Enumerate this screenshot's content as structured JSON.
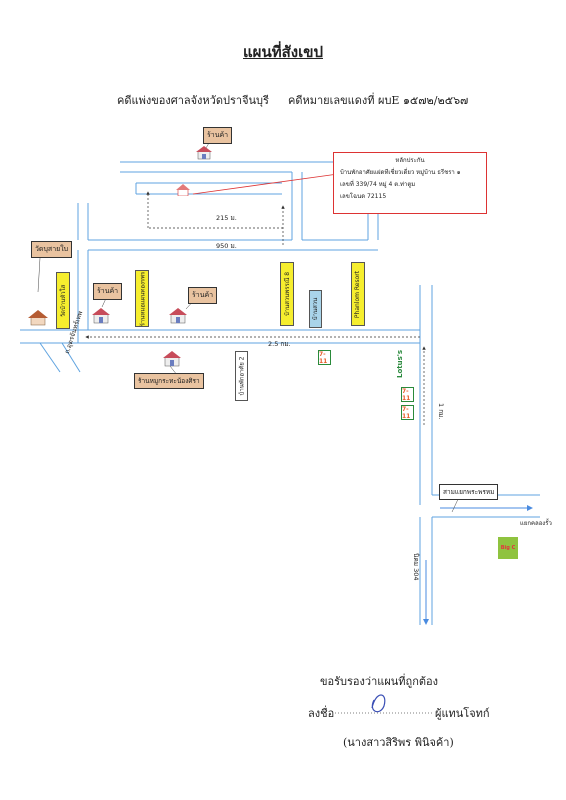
{
  "title": "แผนที่สังเขป",
  "header": {
    "court": "คดีแพ่งของศาลจังหวัดปราจีนบุรี",
    "case_number": "คดีหมายเลขแดงที่  ผบE ๑๕๗๒/๒๕๖๗"
  },
  "collateral_box": {
    "heading": "หลักประกัน",
    "line1": "บ้านพักอาศัยแฝดทีเชี่ยวเดี่ยว หมู่บ้าน ธรีชรา ๑",
    "line2": "เลขที่ 339/74  หมู่ 4 ต.ท่าตูม",
    "line3": "เลขโฉนด  72115"
  },
  "labels": {
    "shop": "ร้านค้า",
    "temple_callout": "วัดบุสายใบ",
    "noodle_shop": "ร้านหมูกระทะน้องศิรา",
    "temple_road": "วัดบ้านหัวใส",
    "clinic": "ร้านหมอแผนทองรพร",
    "house_village": "บ้านสวนพรรณี 8",
    "phanlom": "Phanlom Resort",
    "blue_building": "บ้านสวน",
    "pinklabel": "บ้านพักอาศัย 2",
    "road_left": "ถ.อุดรจันทร์เทพ",
    "intersection_box": "สามแยกพระพรหม",
    "to_kabin": "แยกคลองรั้ว",
    "road_304": "นิคม 304",
    "lotus": "Lotus's",
    "seven": "7-11",
    "bigc": "Big C"
  },
  "distances": {
    "d215": "215 ม.",
    "d950": "950 ม.",
    "d25": "2.5 กม.",
    "d1": "1 กม."
  },
  "footer": {
    "certify": "ขอรับรองว่าแผนที่ถูกต้อง",
    "sign_label": "ลงชื่อ",
    "role": "ผู้แทนโจทก์",
    "name": "(นางสาวสิริพร พินิจค้า)"
  }
}
